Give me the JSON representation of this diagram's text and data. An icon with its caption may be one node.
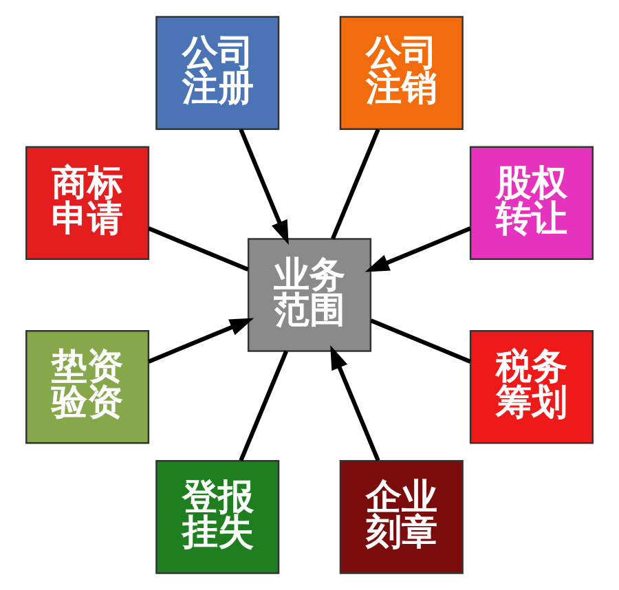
{
  "diagram": {
    "nodes": [
      {
        "text": [
          "公司注册"
        ]
      },
      {
        "text": [
          "商标申请"
        ]
      },
      {
        "text": [
          "公司注销"
        ]
      },
      {
        "text": [
          "垫资验资"
        ]
      },
      {
        "text": [
          "业务范围"
        ]
      },
      {
        "text": [
          "股权转让"
        ]
      },
      {
        "text": [
          "登报挂失"
        ]
      },
      {
        "text": [
          "税务筹划"
        ]
      },
      {
        "text": [
          "企业刻章"
        ]
      }
    ],
    "edges": [
      {
        "from": 0,
        "to": 4,
        "arrow": "to"
      },
      {
        "from": 2,
        "to": 4,
        "arrow": "none"
      },
      {
        "from": 5,
        "to": 4,
        "arrow": "to"
      },
      {
        "from": 7,
        "to": 4,
        "arrow": "none"
      },
      {
        "from": 8,
        "to": 4,
        "arrow": "to"
      },
      {
        "from": 6,
        "to": 4,
        "arrow": "none"
      },
      {
        "from": 3,
        "to": 4,
        "arrow": "to"
      },
      {
        "from": 1,
        "to": 4,
        "arrow": "none"
      }
    ]
  }
}
